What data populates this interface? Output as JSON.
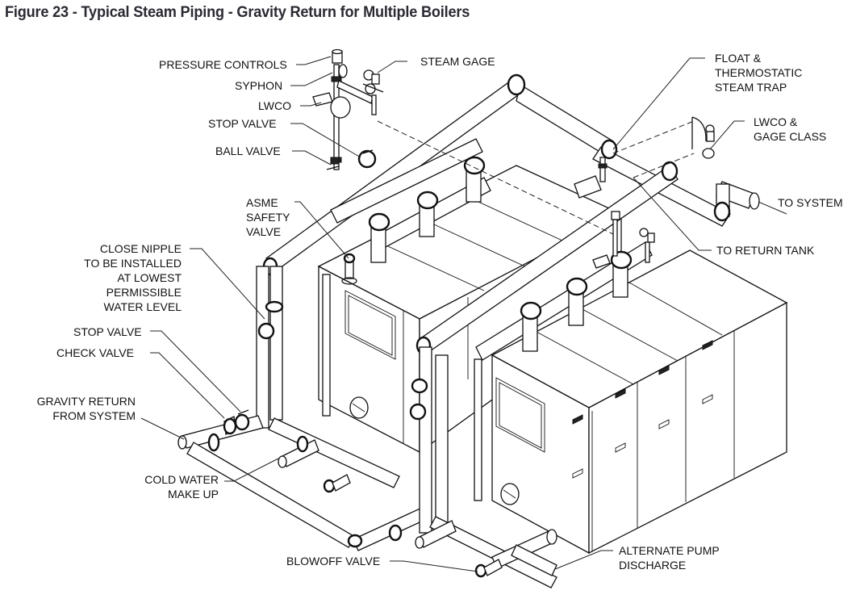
{
  "figure": {
    "title": "Figure 23 - Typical Steam Piping - Gravity Return for Multiple Boilers"
  },
  "labels": {
    "pressure_controls": "PRESSURE CONTROLS",
    "syphon": "SYPHON",
    "lwco": "LWCO",
    "stop_valve_top": "STOP VALVE",
    "ball_valve": "BALL VALVE",
    "steam_gage": "STEAM GAGE",
    "float_trap": [
      "FLOAT &",
      "THERMOSTATIC",
      "STEAM TRAP"
    ],
    "lwco_gage_class": [
      "LWCO &",
      "GAGE CLASS"
    ],
    "to_system": "TO SYSTEM",
    "to_return_tank": "TO RETURN TANK",
    "asme_safety_valve": [
      "ASME",
      "SAFETY",
      "VALVE"
    ],
    "close_nipple": [
      "CLOSE NIPPLE",
      "TO BE INSTALLED",
      "AT LOWEST",
      "PERMISSIBLE",
      "WATER LEVEL"
    ],
    "stop_valve_bottom": "STOP VALVE",
    "check_valve": "CHECK VALVE",
    "gravity_return": [
      "GRAVITY RETURN",
      "FROM SYSTEM"
    ],
    "cold_water_make_up": [
      "COLD WATER",
      "MAKE UP"
    ],
    "blowoff_valve": "BLOWOFF VALVE",
    "alternate_pump_discharge": [
      "ALTERNATE PUMP",
      "DISCHARGE"
    ]
  },
  "components": {
    "boilers": [
      "boiler-rear",
      "boiler-front"
    ],
    "icons": [
      "pressure-control-icon",
      "steam-gage-icon",
      "lwco-icon",
      "safety-valve-icon",
      "steam-trap-icon",
      "blowoff-valve-icon",
      "stop-valve-icon",
      "check-valve-icon"
    ]
  }
}
